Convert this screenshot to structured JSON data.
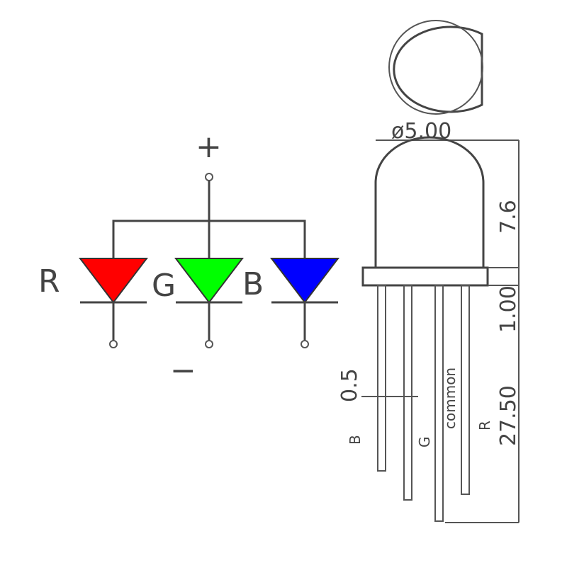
{
  "schematic": {
    "plus": "+",
    "minus": "−",
    "labels": {
      "r": "R",
      "g": "G",
      "b": "B"
    },
    "colors": {
      "red": "#ff0000",
      "green": "#00ff00",
      "blue": "#0000ff"
    }
  },
  "drawing": {
    "diameter": "ø5.00",
    "height": "7.6",
    "flange": "1.00",
    "lead_length": "27.50",
    "lead_width": "0.5",
    "pin_labels": {
      "b": "B",
      "g": "G",
      "common": "common",
      "r": "R"
    }
  }
}
